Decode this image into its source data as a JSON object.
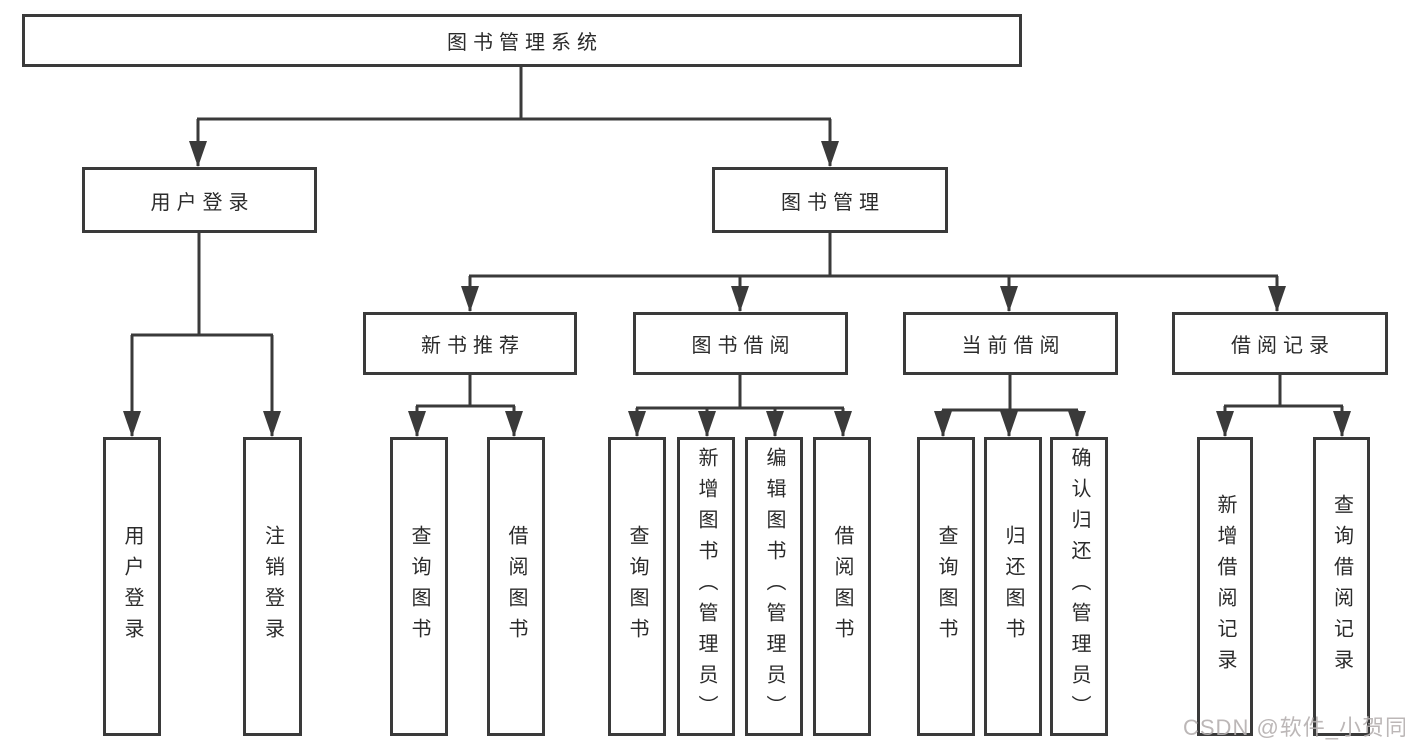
{
  "title": "图书管理系统",
  "tree": {
    "root": "图书管理系统",
    "level2": [
      "用户登录",
      "图书管理"
    ],
    "level3": [
      "新书推荐",
      "图书借阅",
      "当前借阅",
      "借阅记录"
    ],
    "leaves": {
      "user_login": [
        "用户登录",
        "注销登录"
      ],
      "new_book_recommend": [
        "查询图书",
        "借阅图书"
      ],
      "book_borrow": [
        "查询图书",
        "新增图书（管理员）",
        "编辑图书（管理员）",
        "借阅图书"
      ],
      "current_borrow": [
        "查询图书",
        "归还图书",
        "确认归还（管理员）"
      ],
      "borrow_records": [
        "新增借阅记录",
        "查询借阅记录"
      ]
    }
  },
  "watermark": "CSDN @软件_小贺同学",
  "colors": {
    "line": "#3a3a3a",
    "box_border": "#3a3a3a",
    "text": "#2b2b2b",
    "watermark": "#b5b0b0",
    "background": "#ffffff"
  }
}
